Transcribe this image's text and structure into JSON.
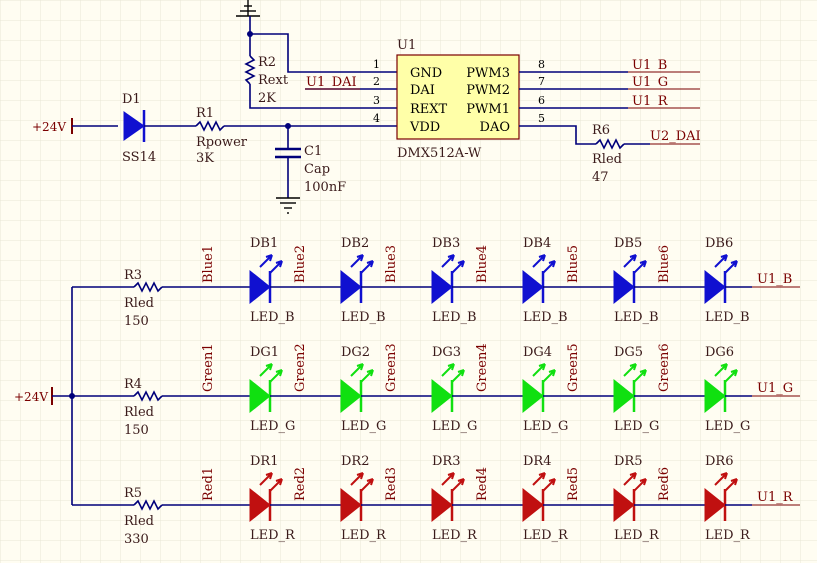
{
  "top": {
    "d1": {
      "ref": "D1",
      "value": "SS14"
    },
    "r1": {
      "ref": "R1",
      "name": "Rpower",
      "value": "3K"
    },
    "r2": {
      "ref": "R2",
      "name": "Rext",
      "value": "2K"
    },
    "c1": {
      "ref": "C1",
      "name": "Cap",
      "value": "100nF"
    },
    "r6": {
      "ref": "R6",
      "name": "Rled",
      "value": "47"
    },
    "power_in": "+24V",
    "ic": {
      "ref": "U1",
      "part": "DMX512A-W",
      "left_pins": [
        {
          "num": "1",
          "name": "GND"
        },
        {
          "num": "2",
          "name": "DAI"
        },
        {
          "num": "3",
          "name": "REXT"
        },
        {
          "num": "4",
          "name": "VDD"
        }
      ],
      "right_pins": [
        {
          "num": "8",
          "name": "PWM3"
        },
        {
          "num": "7",
          "name": "PWM2"
        },
        {
          "num": "6",
          "name": "PWM1"
        },
        {
          "num": "5",
          "name": "DAO"
        }
      ]
    },
    "nets": {
      "dai_in": "U1_DAI",
      "b": "U1_B",
      "g": "U1_G",
      "r": "U1_R",
      "dao_out": "U2_DAI"
    }
  },
  "bottom": {
    "power_in": "+24V",
    "rows": [
      {
        "color": "#1010d0",
        "res": {
          "ref": "R3",
          "name": "Rled",
          "value": "150"
        },
        "net0": "Blue1",
        "leds": [
          {
            "ref": "DB1",
            "type": "LED_B",
            "net": "Blue2"
          },
          {
            "ref": "DB2",
            "type": "LED_B",
            "net": "Blue3"
          },
          {
            "ref": "DB3",
            "type": "LED_B",
            "net": "Blue4"
          },
          {
            "ref": "DB4",
            "type": "LED_B",
            "net": "Blue5"
          },
          {
            "ref": "DB5",
            "type": "LED_B",
            "net": "Blue6"
          },
          {
            "ref": "DB6",
            "type": "LED_B",
            "net": ""
          }
        ],
        "out": "U1_B"
      },
      {
        "color": "#10e010",
        "res": {
          "ref": "R4",
          "name": "Rled",
          "value": "150"
        },
        "net0": "Green1",
        "leds": [
          {
            "ref": "DG1",
            "type": "LED_G",
            "net": "Green2"
          },
          {
            "ref": "DG2",
            "type": "LED_G",
            "net": "Green3"
          },
          {
            "ref": "DG3",
            "type": "LED_G",
            "net": "Green4"
          },
          {
            "ref": "DG4",
            "type": "LED_G",
            "net": "Green5"
          },
          {
            "ref": "DG5",
            "type": "LED_G",
            "net": "Green6"
          },
          {
            "ref": "DG6",
            "type": "LED_G",
            "net": ""
          }
        ],
        "out": "U1_G"
      },
      {
        "color": "#c01010",
        "res": {
          "ref": "R5",
          "name": "Rled",
          "value": "330"
        },
        "net0": "Red1",
        "leds": [
          {
            "ref": "DR1",
            "type": "LED_R",
            "net": "Red2"
          },
          {
            "ref": "DR2",
            "type": "LED_R",
            "net": "Red3"
          },
          {
            "ref": "DR3",
            "type": "LED_R",
            "net": "Red4"
          },
          {
            "ref": "DR4",
            "type": "LED_R",
            "net": "Red5"
          },
          {
            "ref": "DR5",
            "type": "LED_R",
            "net": "Red6"
          },
          {
            "ref": "DR6",
            "type": "LED_R",
            "net": ""
          }
        ],
        "out": "U1_R"
      }
    ]
  }
}
